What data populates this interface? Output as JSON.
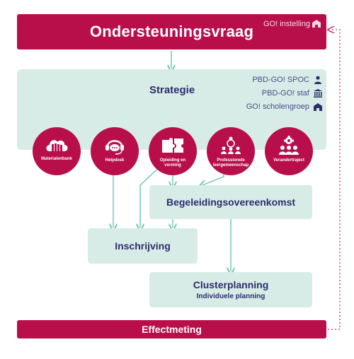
{
  "top_banner": {
    "title": "Ondersteuningsvraag",
    "tag": "GO! instelling"
  },
  "strategy": {
    "title": "Strategie",
    "roles": [
      {
        "label": "PBD-GO! SPOC",
        "icon": "person-icon"
      },
      {
        "label": "PBD-GO! staf",
        "icon": "building-columns-icon"
      },
      {
        "label": "GO! scholengroep",
        "icon": "school-icon"
      }
    ]
  },
  "services": [
    {
      "label": "Materialenbank",
      "icon": "cloud-books-icon"
    },
    {
      "label": "Helpdesk",
      "icon": "headset-icon"
    },
    {
      "label": "Opleiding en vorming",
      "icon": "puzzle-icon"
    },
    {
      "label": "Professionele leergemeenschap",
      "icon": "network-people-icon"
    },
    {
      "label": "Verandertraject",
      "icon": "gear-team-icon"
    }
  ],
  "boxes": {
    "begeleiding": "Begeleidingsovereenkomst",
    "inschrijving": "Inschrijving",
    "cluster_title": "Clusterplanning",
    "cluster_sub": "Individuele planning"
  },
  "bottom_banner": {
    "title": "Effectmeting"
  },
  "colors": {
    "brand": "#b80f4b",
    "panel": "#d8ece7",
    "arrow": "#6cc3b3",
    "text": "#2e2c6b"
  }
}
